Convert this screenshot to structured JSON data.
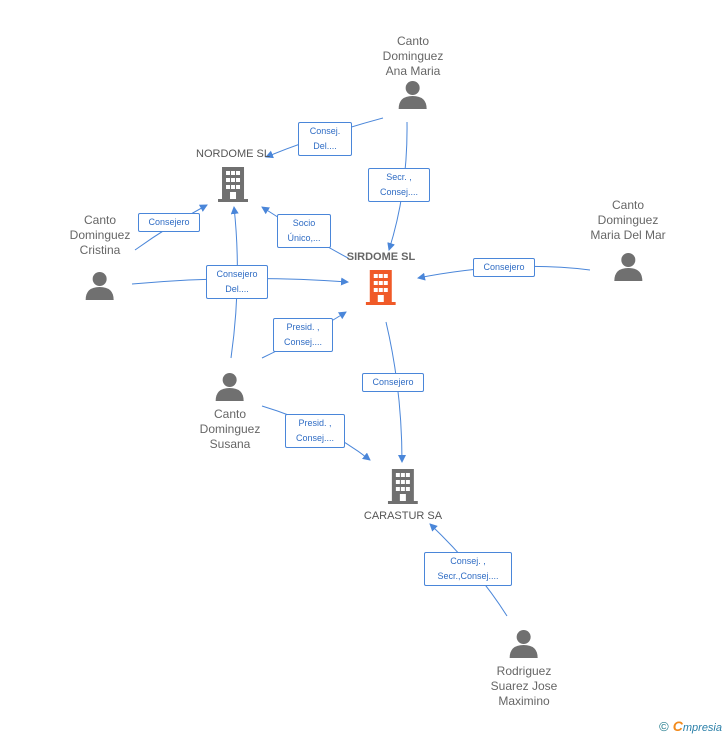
{
  "colors": {
    "edge": "#4a86d9",
    "person": "#707070",
    "company": "#707070",
    "focus_company": "#f05a28"
  },
  "people": [
    {
      "id": "ana",
      "lines": [
        "Canto",
        "Dominguez",
        "Ana Maria"
      ]
    },
    {
      "id": "cristina",
      "lines": [
        "Canto",
        "Dominguez",
        "Cristina"
      ]
    },
    {
      "id": "mar",
      "lines": [
        "Canto",
        "Dominguez",
        "Maria Del Mar"
      ]
    },
    {
      "id": "susana",
      "lines": [
        "Canto",
        "Dominguez",
        "Susana"
      ]
    },
    {
      "id": "jose",
      "lines": [
        "Rodriguez",
        "Suarez Jose",
        "Maximino"
      ]
    }
  ],
  "companies": [
    {
      "id": "nordome",
      "name": "NORDOME SL"
    },
    {
      "id": "sirdome",
      "name": "SIRDOME SL"
    },
    {
      "id": "carastur",
      "name": "CARASTUR SA"
    }
  ],
  "edge_labels": [
    {
      "id": "ana-nordome",
      "lines": [
        "Consej.",
        "Del...."
      ]
    },
    {
      "id": "ana-sirdome",
      "lines": [
        "Secr. ,",
        "Consej...."
      ]
    },
    {
      "id": "cristina-nordome",
      "lines": [
        "Consejero"
      ]
    },
    {
      "id": "sirdome-nordome",
      "lines": [
        "Socio",
        "Único,..."
      ]
    },
    {
      "id": "cristina-sirdome",
      "lines": [
        "Consejero",
        "Del...."
      ]
    },
    {
      "id": "mar-sirdome",
      "lines": [
        "Consejero"
      ]
    },
    {
      "id": "susana-sirdome",
      "lines": [
        "Presid. ,",
        "Consej...."
      ]
    },
    {
      "id": "sirdome-carastur",
      "lines": [
        "Consejero"
      ]
    },
    {
      "id": "susana-carastur",
      "lines": [
        "Presid. ,",
        "Consej...."
      ]
    },
    {
      "id": "jose-carastur",
      "lines": [
        "Consej. ,",
        "Secr.,Consej...."
      ]
    }
  ],
  "footer": {
    "copyright": "©",
    "brand_initial": "C",
    "brand_rest": "mpresia"
  }
}
